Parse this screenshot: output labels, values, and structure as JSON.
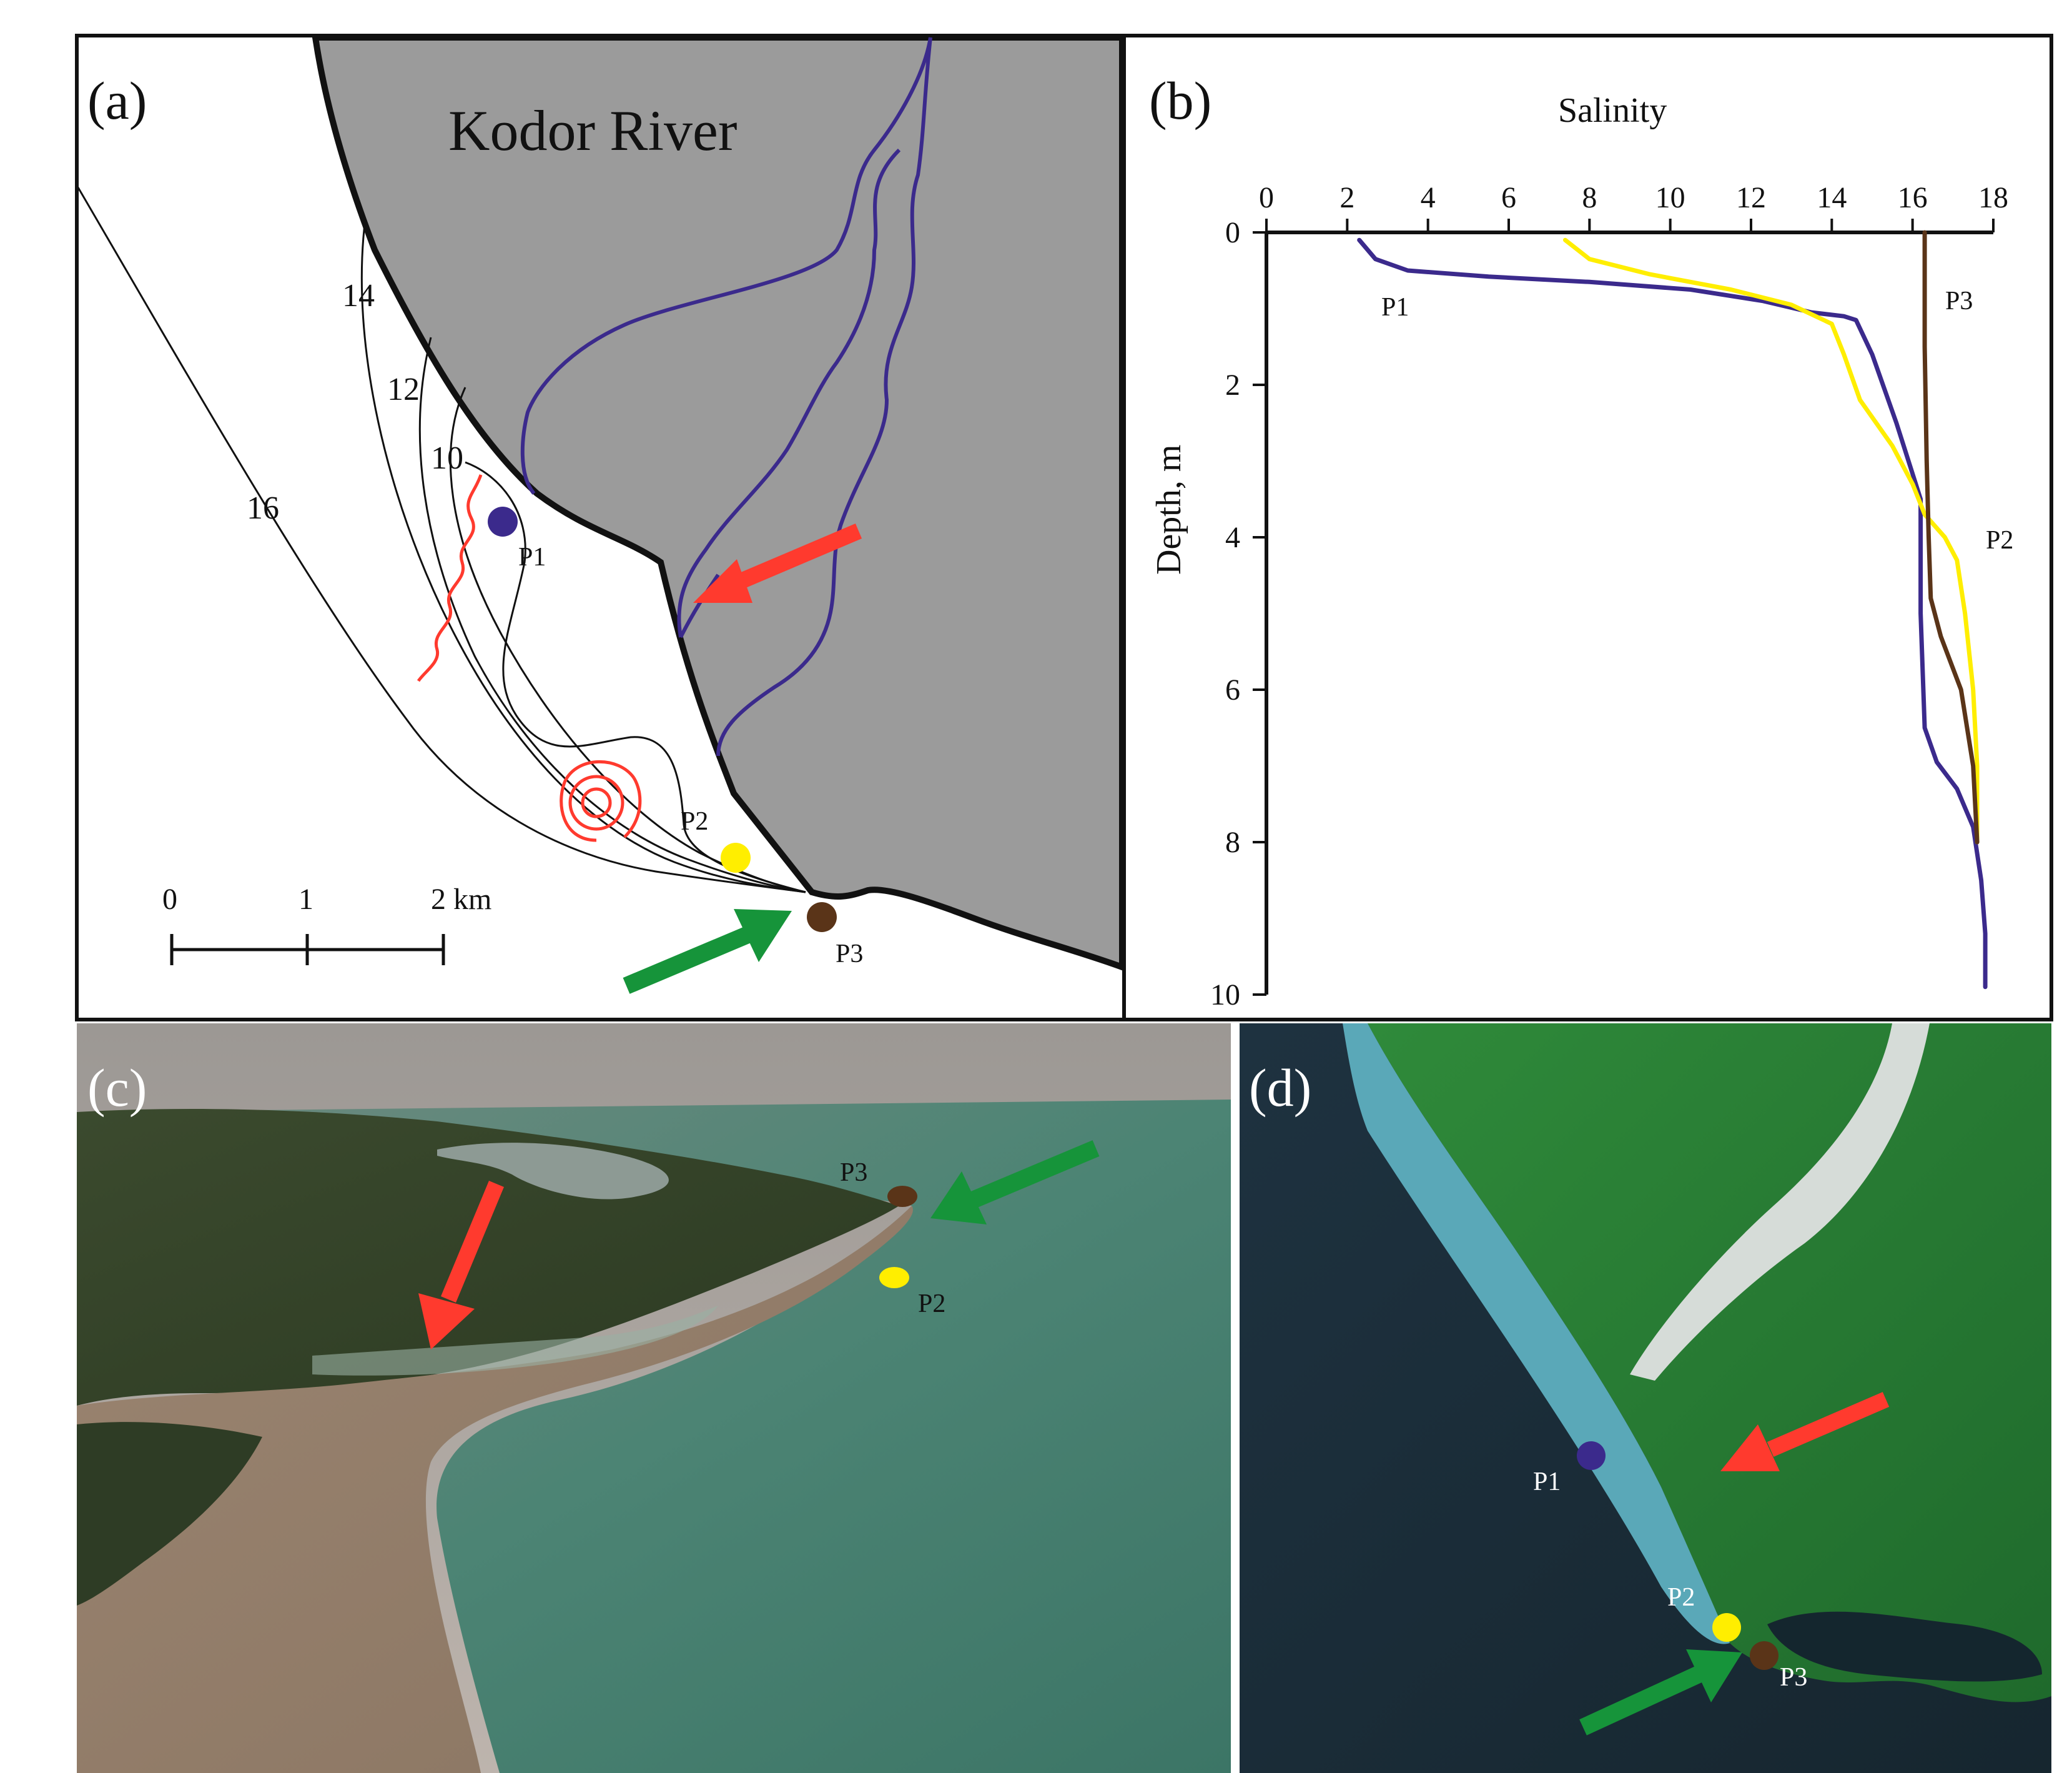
{
  "colors": {
    "land": "#9b9b9b",
    "channel": "#3b2a8c",
    "flow_arrow": "#ff3a2e",
    "sea_arrow": "#16943a",
    "eddy": "#ff3a2e",
    "P1": "#3b2a8c",
    "P2": "#ffee00",
    "P3": "#5a3418"
  },
  "panel_a": {
    "label": "(a)",
    "river_name": "Kodor River",
    "isohalines": [
      "14",
      "12",
      "10",
      "16"
    ],
    "points": [
      "P1",
      "P2",
      "P3"
    ],
    "scale": {
      "ticks": [
        "0",
        "1",
        "2 km"
      ]
    },
    "icons": [
      "flow-arrow-icon",
      "sea-arrow-icon",
      "eddy-icon",
      "frontal-wave-icon"
    ]
  },
  "panel_b": {
    "label": "(b)",
    "point_labels": [
      "P1",
      "P3",
      "P2"
    ]
  },
  "chart_data": {
    "type": "line",
    "xlabel": "Salinity",
    "ylabel": "Depth, m",
    "xlim": [
      0,
      18
    ],
    "ylim": [
      10,
      0
    ],
    "x_axis_position": "top",
    "xticks": [
      "0",
      "2",
      "4",
      "6",
      "8",
      "10",
      "12",
      "14",
      "16",
      "18"
    ],
    "yticks": [
      "0",
      "2",
      "4",
      "6",
      "8",
      "10"
    ],
    "grid": false,
    "legend": "none (curves labeled inline)",
    "series": [
      {
        "name": "P1",
        "color": "#3b2a8c",
        "points": [
          [
            2.3,
            0.1
          ],
          [
            2.7,
            0.35
          ],
          [
            3.5,
            0.5
          ],
          [
            5.5,
            0.58
          ],
          [
            8,
            0.65
          ],
          [
            10.5,
            0.75
          ],
          [
            12.3,
            0.9
          ],
          [
            13.5,
            1.05
          ],
          [
            14.3,
            1.1
          ],
          [
            14.6,
            1.15
          ],
          [
            15.0,
            1.6
          ],
          [
            15.6,
            2.5
          ],
          [
            16.2,
            3.5
          ],
          [
            16.2,
            5.0
          ],
          [
            16.3,
            6.5
          ],
          [
            16.6,
            6.95
          ],
          [
            17.1,
            7.3
          ],
          [
            17.5,
            7.8
          ],
          [
            17.7,
            8.5
          ],
          [
            17.8,
            9.2
          ],
          [
            17.8,
            9.9
          ]
        ]
      },
      {
        "name": "P2",
        "color": "#ffee00",
        "points": [
          [
            7.4,
            0.1
          ],
          [
            8.0,
            0.35
          ],
          [
            9.5,
            0.55
          ],
          [
            11.5,
            0.75
          ],
          [
            13.0,
            0.95
          ],
          [
            14.0,
            1.2
          ],
          [
            14.3,
            1.6
          ],
          [
            14.7,
            2.2
          ],
          [
            15.5,
            2.8
          ],
          [
            16.0,
            3.3
          ],
          [
            16.3,
            3.7
          ],
          [
            16.8,
            4.0
          ],
          [
            17.1,
            4.3
          ],
          [
            17.3,
            5.0
          ],
          [
            17.5,
            6.0
          ],
          [
            17.6,
            7.0
          ],
          [
            17.6,
            8.0
          ]
        ]
      },
      {
        "name": "P3",
        "color": "#5a3418",
        "points": [
          [
            16.3,
            0.0
          ],
          [
            16.3,
            1.5
          ],
          [
            16.35,
            3.0
          ],
          [
            16.4,
            4.0
          ],
          [
            16.45,
            4.8
          ],
          [
            16.7,
            5.3
          ],
          [
            17.2,
            6.0
          ],
          [
            17.5,
            7.0
          ],
          [
            17.6,
            8.0
          ]
        ]
      }
    ]
  },
  "panel_c": {
    "label": "(c)",
    "points": [
      "P3",
      "P2"
    ],
    "icons": [
      "flow-arrow-icon",
      "sea-arrow-icon"
    ]
  },
  "panel_d": {
    "label": "(d)",
    "points": [
      "P1",
      "P2",
      "P3"
    ],
    "icons": [
      "flow-arrow-icon",
      "sea-arrow-icon"
    ]
  }
}
